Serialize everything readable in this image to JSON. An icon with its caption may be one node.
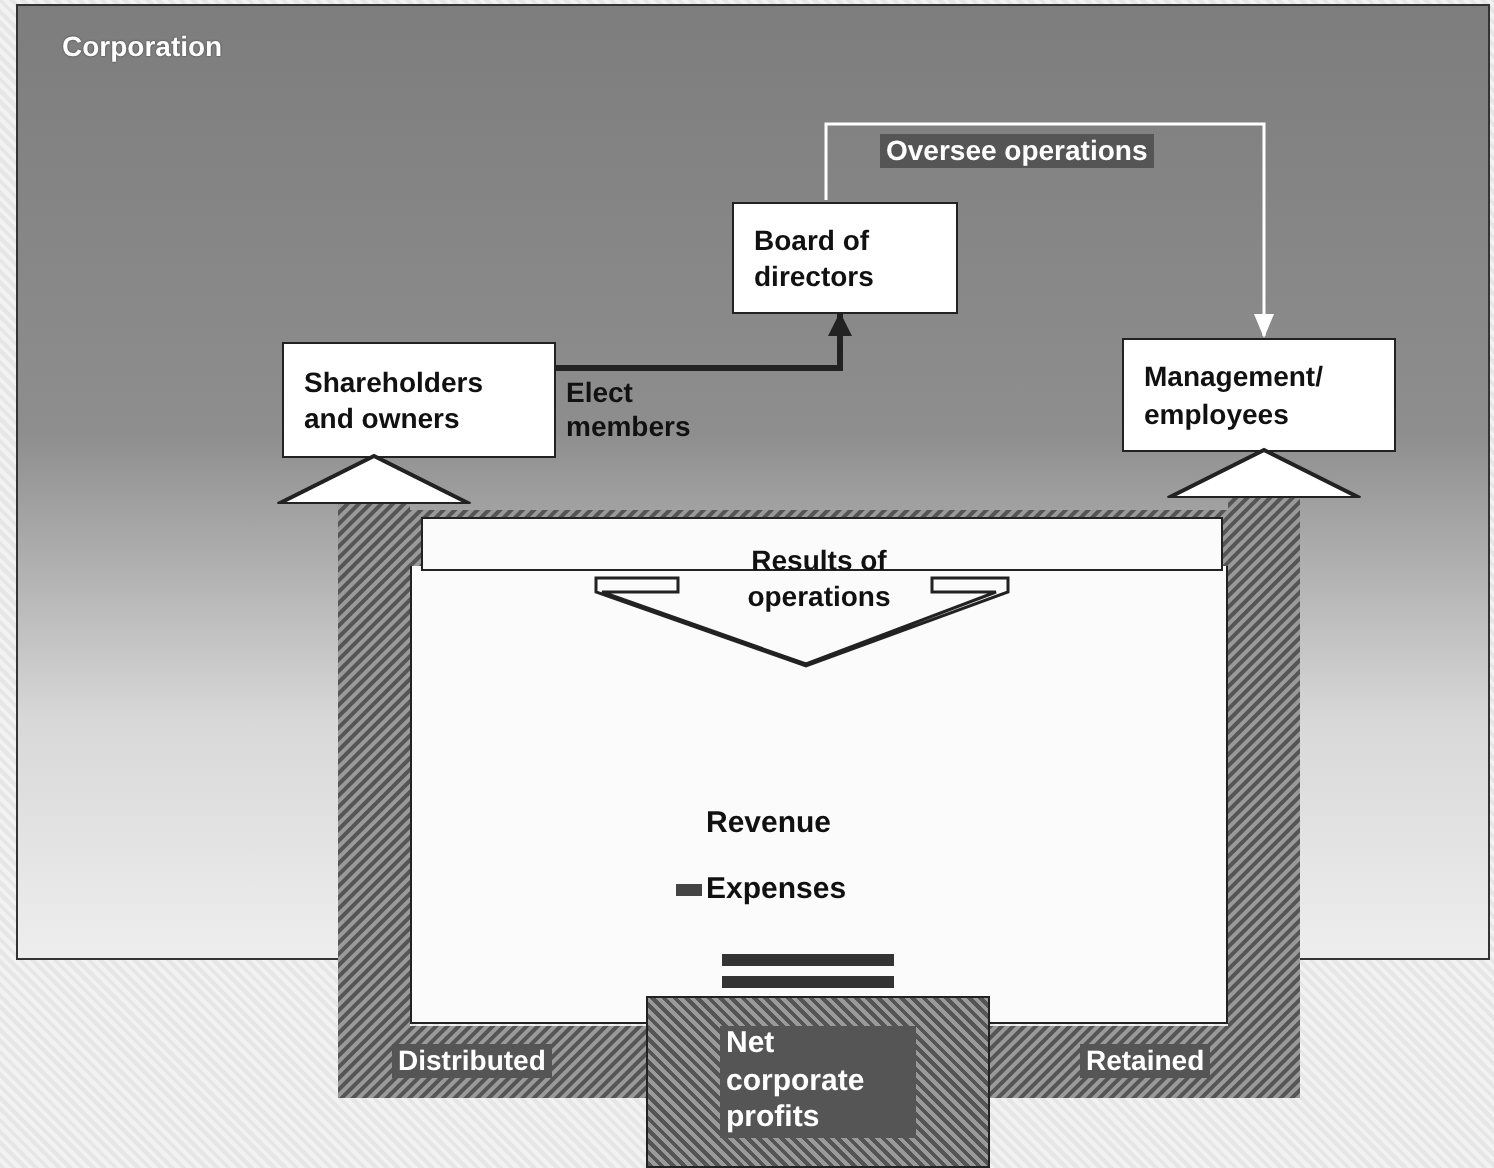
{
  "diagram": {
    "nodes": [
      {
        "text": [
          "Corporation"
        ]
      },
      {
        "text": [
          "Board of directors"
        ],
        "in": 0
      },
      {
        "text": [
          "Shareholders and owners"
        ],
        "in": 0
      },
      {
        "text": [
          "Management/ employees"
        ],
        "in": 0
      },
      {
        "text": [
          "Results of operations"
        ]
      },
      {
        "text": [
          "Net corporate profits"
        ]
      }
    ],
    "edges": [
      {
        "from": 2,
        "to": 1,
        "arrow": "to",
        "label": "Elect members",
        "style": "thick"
      },
      {
        "from": 1,
        "to": 3,
        "arrow": "to",
        "label": "Oversee operations",
        "color": "#ffffff"
      },
      {
        "from": 5,
        "to": 2,
        "arrow": "to",
        "label": "Distributed",
        "style": "thick"
      },
      {
        "from": 5,
        "to": 3,
        "arrow": "to",
        "label": "Retained",
        "style": "thick"
      }
    ],
    "labels": [
      "Revenue",
      "Expenses"
    ]
  }
}
